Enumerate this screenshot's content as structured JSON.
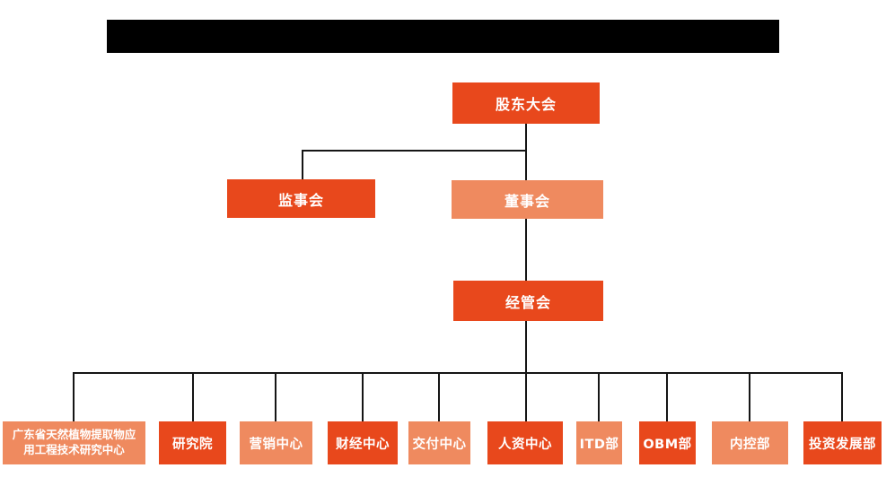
{
  "palette": {
    "primary": "#E8481C",
    "secondary": "#EF8A5F",
    "connector": "#151515",
    "title_bar": "#000000",
    "background": "#FFFFFF",
    "node_text": "#FFFFFF"
  },
  "org_chart": {
    "nodes": [
      {
        "id": "shareholders-meeting",
        "label": "股东大会",
        "variant": "primary",
        "parent": null
      },
      {
        "id": "supervisory-board",
        "label": "监事会",
        "variant": "primary",
        "parent": "shareholders-meeting"
      },
      {
        "id": "board-of-directors",
        "label": "董事会",
        "variant": "secondary",
        "parent": "shareholders-meeting"
      },
      {
        "id": "management-committee",
        "label": "经管会",
        "variant": "primary",
        "parent": "board-of-directors"
      },
      {
        "id": "gd-plant-extract-center",
        "label": "广东省天然植物提取物应用工程技术研究中心",
        "variant": "secondary",
        "parent": "management-committee"
      },
      {
        "id": "research-institute",
        "label": "研究院",
        "variant": "primary",
        "parent": "management-committee"
      },
      {
        "id": "marketing-center",
        "label": "营销中心",
        "variant": "secondary",
        "parent": "management-committee"
      },
      {
        "id": "finance-center",
        "label": "财经中心",
        "variant": "primary",
        "parent": "management-committee"
      },
      {
        "id": "delivery-center",
        "label": "交付中心",
        "variant": "secondary",
        "parent": "management-committee"
      },
      {
        "id": "hr-center",
        "label": "人资中心",
        "variant": "primary",
        "parent": "management-committee"
      },
      {
        "id": "itd-department",
        "label": "ITD部",
        "variant": "secondary",
        "parent": "management-committee"
      },
      {
        "id": "obm-department",
        "label": "OBM部",
        "variant": "primary",
        "parent": "management-committee"
      },
      {
        "id": "internal-control-dept",
        "label": "内控部",
        "variant": "secondary",
        "parent": "management-committee"
      },
      {
        "id": "investment-dev-dept",
        "label": "投资发展部",
        "variant": "primary",
        "parent": "management-committee"
      }
    ]
  }
}
